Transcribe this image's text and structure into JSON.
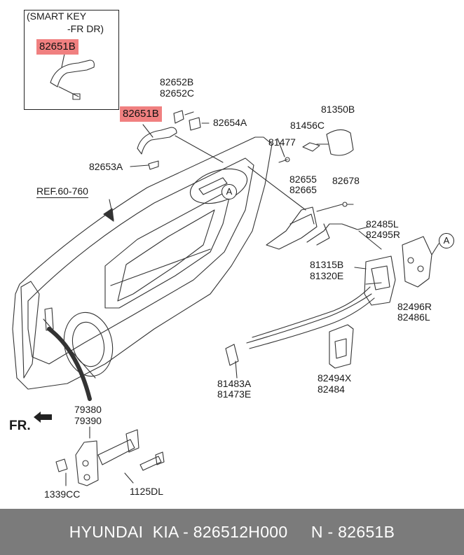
{
  "smart_key_box": {
    "title_line1": "(SMART KEY",
    "title_line2": "-FR DR)",
    "part": "82651B"
  },
  "labels": {
    "p82651B": "82651B",
    "p82652B": "82652B",
    "p82652C": "82652C",
    "p82654A": "82654A",
    "p82653A": "82653A",
    "p81350B": "81350B",
    "p81456C": "81456C",
    "p81477": "81477",
    "p82655": "82655",
    "p82665": "82665",
    "p82678": "82678",
    "p82485L": "82485L",
    "p82495R": "82495R",
    "p81315B": "81315B",
    "p81320E": "81320E",
    "p82496R": "82496R",
    "p82486L": "82486L",
    "p82494X": "82494X",
    "p82484": "82484",
    "p81483A": "81483A",
    "p81473E": "81473E",
    "p79380": "79380",
    "p79390": "79390",
    "p1339CC": "1339CC",
    "p1125DL": "1125DL",
    "ref": "REF.60-760",
    "fr": "FR.",
    "detail_a1": "A",
    "detail_a2": "A"
  },
  "footer": {
    "text": "HYUNDAI  KIA - 826512H000     N - 82651B"
  },
  "colors": {
    "highlight": "#f08080",
    "footer_bg": "#7b7b7b",
    "line": "#333333"
  }
}
